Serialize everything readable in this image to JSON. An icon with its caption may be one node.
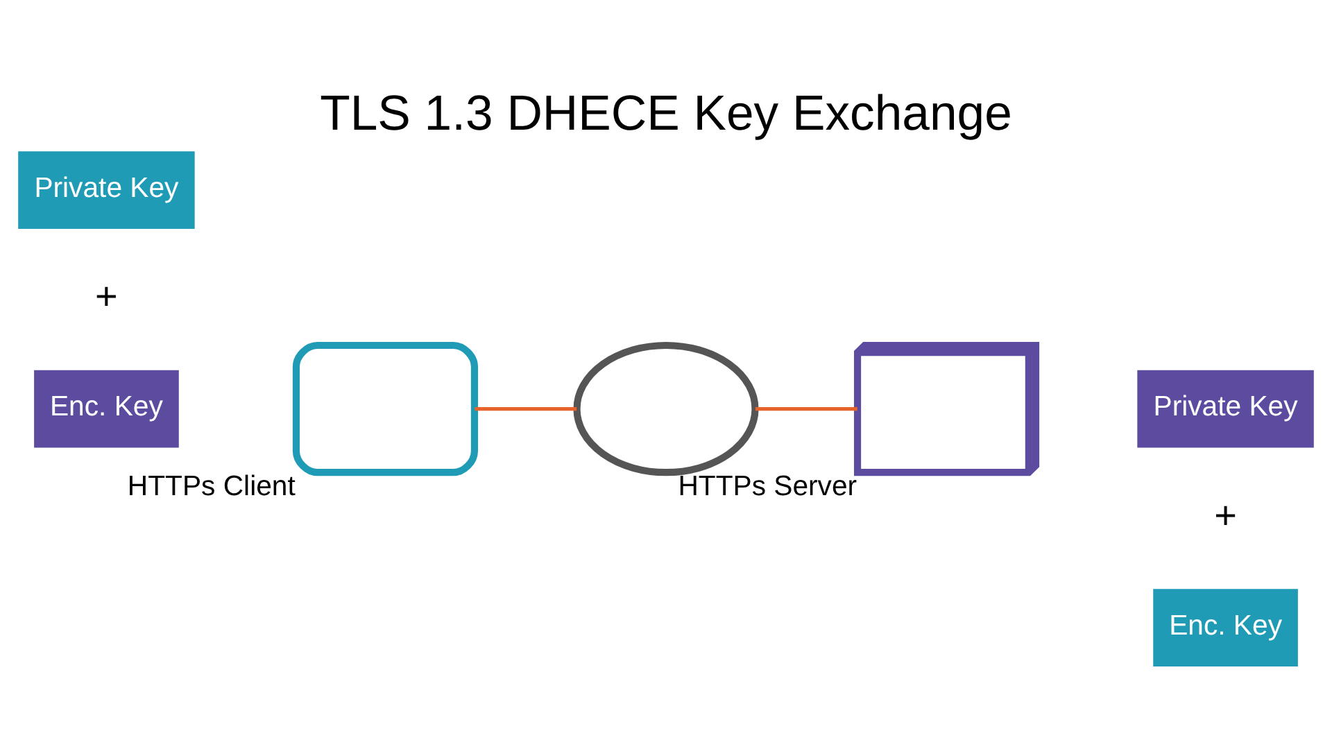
{
  "diagram": {
    "title": "TLS 1.3 DHECE Key Exchange",
    "nodes": [
      {
        "text": [
          "Private Key"
        ]
      },
      {
        "text": [
          "Enc. Key"
        ]
      },
      {
        "text": [],
        "shape": "laptop",
        "beside": [
          "HTTPs Client"
        ]
      },
      {
        "text": [],
        "shape": "cloud"
      },
      {
        "text": [],
        "shape": "server",
        "beside": [
          "HTTPs Server"
        ]
      },
      {
        "text": [
          "Private Key"
        ]
      },
      {
        "text": [
          "Enc. Key"
        ]
      }
    ],
    "edges": [
      {
        "from": 2,
        "to": 3,
        "arrow": "none",
        "color": "#e8632b"
      },
      {
        "from": 3,
        "to": 4,
        "arrow": "none",
        "color": "#e8632b"
      }
    ],
    "labels": [
      "+",
      "+"
    ]
  }
}
